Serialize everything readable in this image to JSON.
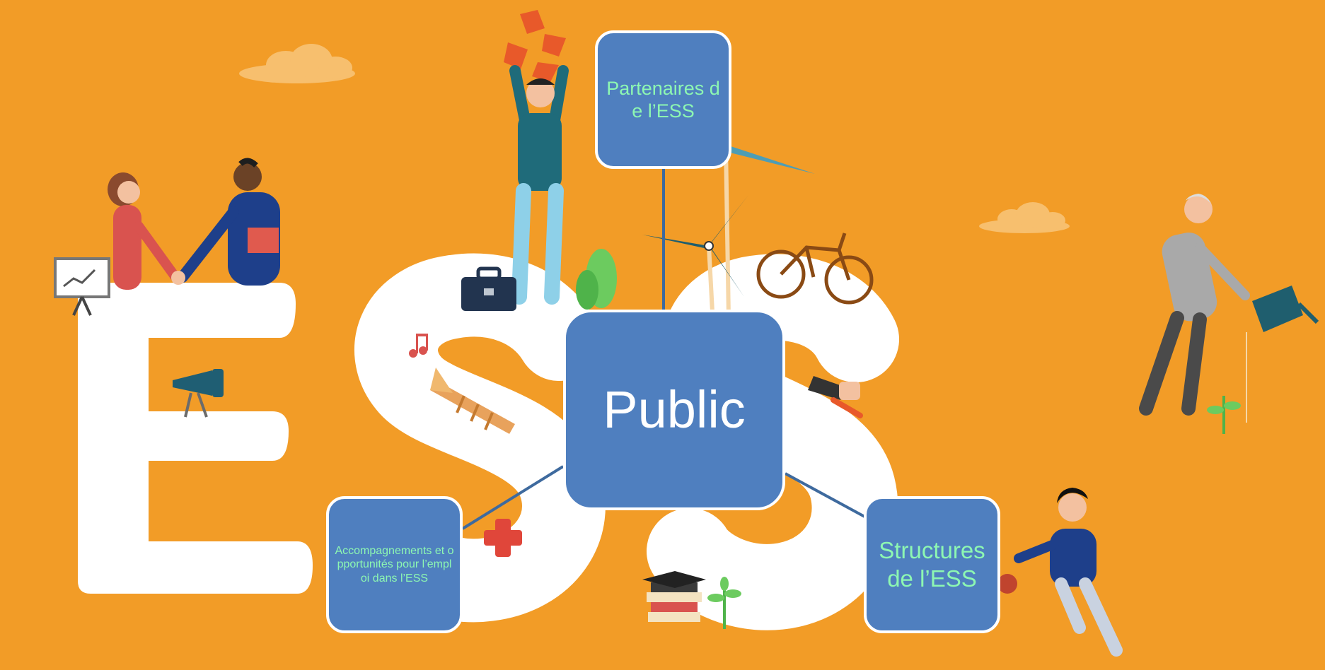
{
  "colors": {
    "background": "#F29C27",
    "node_fill": "#4F7FBF",
    "node_border": "#FFFFFF",
    "center_text": "#FFFFFF",
    "satellite_text": "#8DF7B2",
    "connector": "#3E6A9E",
    "letter_fill": "#FFFFFF",
    "cloud": "#F7BF6E"
  },
  "diagram": {
    "background_letters": [
      "E",
      "S",
      "S"
    ],
    "center": {
      "label": "Public"
    },
    "nodes": {
      "top": {
        "label": "Partenaires de l’ESS"
      },
      "left": {
        "label": "Accompagnements et opportunités pour l’emploi dans l’ESS"
      },
      "right": {
        "label": "Structures de l’ESS"
      }
    }
  },
  "illustration": {
    "icons": [
      "handshake-people-icon",
      "presentation-board-icon",
      "megaphone-icon",
      "person-raising-recycle-icon",
      "briefcase-icon",
      "tree-icon",
      "wind-turbine-icon",
      "bicycle-icon",
      "trumpet-icon",
      "music-note-icon",
      "medical-cross-icon",
      "books-stack-icon",
      "plant-icon",
      "elderly-gardener-icon",
      "watering-can-icon",
      "running-boy-icon",
      "cloud-icon"
    ]
  }
}
